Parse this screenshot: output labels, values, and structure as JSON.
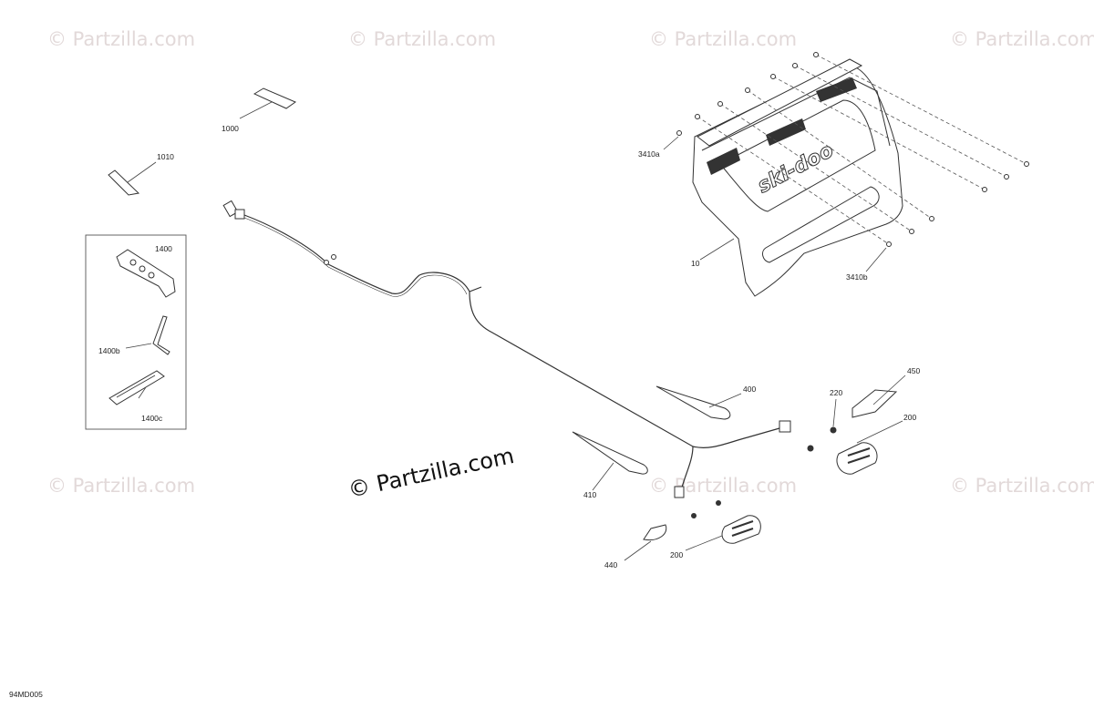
{
  "watermark": {
    "text": "© Partzilla.com",
    "main_text": "© Partzilla.com"
  },
  "diagram_code": "94MD005",
  "callouts": {
    "c1000": "1000",
    "c1010": "1010",
    "c1400": "1400",
    "c1400b": "1400b",
    "c1400c": "1400c",
    "c3410a": "3410a",
    "c3410b": "3410b",
    "c10": "10",
    "c400": "400",
    "c410": "410",
    "c450": "450",
    "c220": "220",
    "c200a": "200",
    "c200b": "200",
    "c440": "440"
  },
  "logo_text": "ski-doo"
}
